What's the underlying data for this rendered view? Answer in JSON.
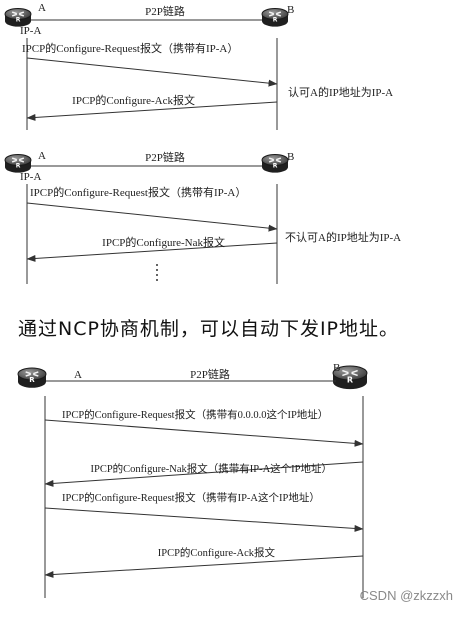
{
  "diagrams": [
    {
      "left": {
        "label": "A",
        "ip_label": "IP-A"
      },
      "right": {
        "label": "B"
      },
      "link_label": "P2P链路",
      "messages": [
        {
          "text": "IPCP的Configure-Request报文（携带有IP-A）",
          "direction": "right"
        },
        {
          "text": "IPCP的Configure-Ack报文",
          "direction": "left"
        }
      ],
      "note": "认可A的IP地址为IP-A",
      "has_continuation": false
    },
    {
      "left": {
        "label": "A",
        "ip_label": "IP-A"
      },
      "right": {
        "label": "B"
      },
      "link_label": "P2P链路",
      "messages": [
        {
          "text": "IPCP的Configure-Request报文（携带有IP-A）",
          "direction": "right"
        },
        {
          "text": "IPCP的Configure-Nak报文",
          "direction": "left"
        }
      ],
      "note": "不认可A的IP地址为IP-A",
      "has_continuation": true
    },
    {
      "left": {
        "label": "A",
        "ip_label": ""
      },
      "right": {
        "label": "B"
      },
      "link_label": "P2P链路",
      "messages": [
        {
          "text": "IPCP的Configure-Request报文（携带有0.0.0.0这个IP地址）",
          "direction": "right"
        },
        {
          "text": "IPCP的Configure-Nak报文（携带有IP-A这个IP地址）",
          "direction": "left"
        },
        {
          "text": "IPCP的Configure-Request报文（携带有IP-A这个IP地址）",
          "direction": "right"
        },
        {
          "text": "IPCP的Configure-Ack报文",
          "direction": "left"
        }
      ],
      "note": "",
      "has_continuation": false
    }
  ],
  "caption": "通过NCP协商机制，可以自动下发IP地址。",
  "watermark": "CSDN @zkzzxh",
  "icons": {
    "router": "router-icon"
  },
  "colors": {
    "line": "#333333",
    "text": "#222222",
    "watermark": "#8a8a8a"
  }
}
